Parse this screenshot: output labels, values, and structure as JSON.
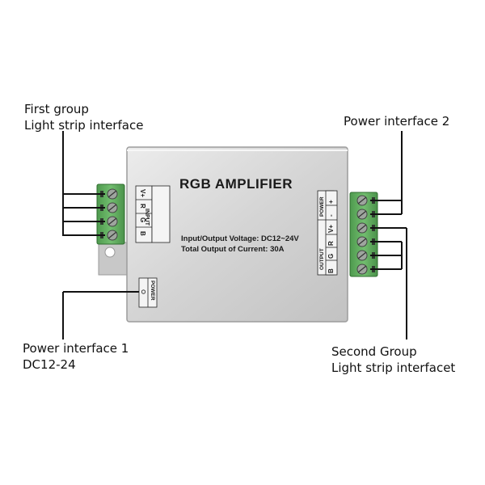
{
  "labels": {
    "first_group_line1": "First group",
    "first_group_line2": "Light strip interface",
    "power2": "Power interface 2",
    "power1_line1": "Power interface 1",
    "power1_line2": "DC12-24",
    "second_group_line1": "Second Group",
    "second_group_line2": "Light strip interfacet"
  },
  "device": {
    "title": "RGB AMPLIFIER",
    "voltage": "Input/Output Voltage:  DC12~24V",
    "current": "Total Output of Current: 30A",
    "input_header": "INPUT",
    "input_pins": [
      "V+",
      "R",
      "G",
      "B"
    ],
    "output_header": "OUTPUT",
    "output_pins": [
      "B",
      "G",
      "R",
      "V+"
    ],
    "power_header": "POWER",
    "power_pins": [
      "+",
      "-"
    ],
    "power_in_label": "POWER"
  },
  "colors": {
    "case": "#d9d9d9",
    "terminal": "#5aa55a",
    "wire": "#111111"
  }
}
